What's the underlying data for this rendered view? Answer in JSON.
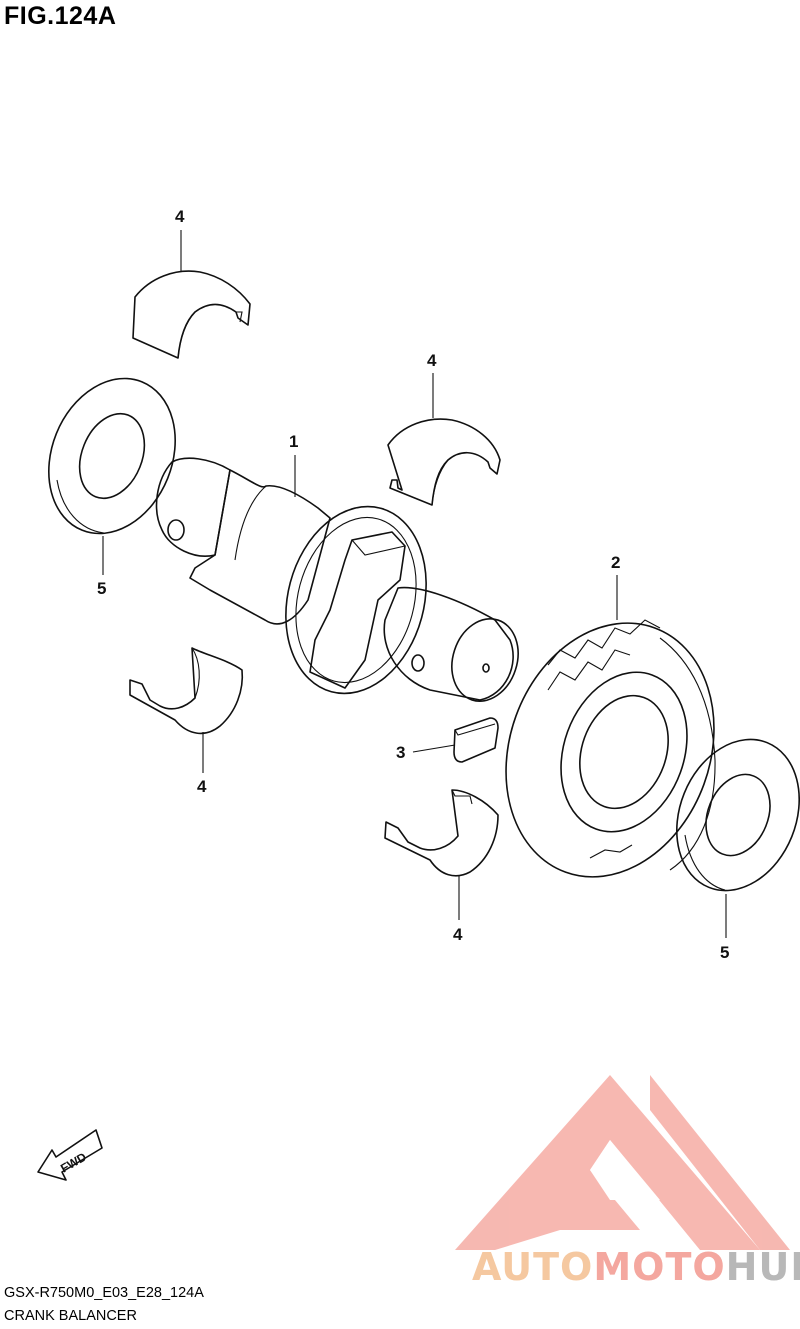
{
  "figure": {
    "title": "FIG.124A"
  },
  "callouts": {
    "c1": "1",
    "c2": "2",
    "c3": "3",
    "c4a": "4",
    "c4b": "4",
    "c4c": "4",
    "c4d": "4",
    "c5a": "5",
    "c5b": "5"
  },
  "fwd_label": "FWD",
  "footer": {
    "code": "GSX-R750M0_E03_E28_124A",
    "name": "CRANK BALANCER"
  },
  "watermark": {
    "part1": "AUTO",
    "part2": "MOTO",
    "part3": "HUB",
    "colors": {
      "auto": "#f5c8a0",
      "moto": "#f4a79f",
      "hub": "#b8b8b8",
      "mark": "#f4a79f"
    }
  }
}
